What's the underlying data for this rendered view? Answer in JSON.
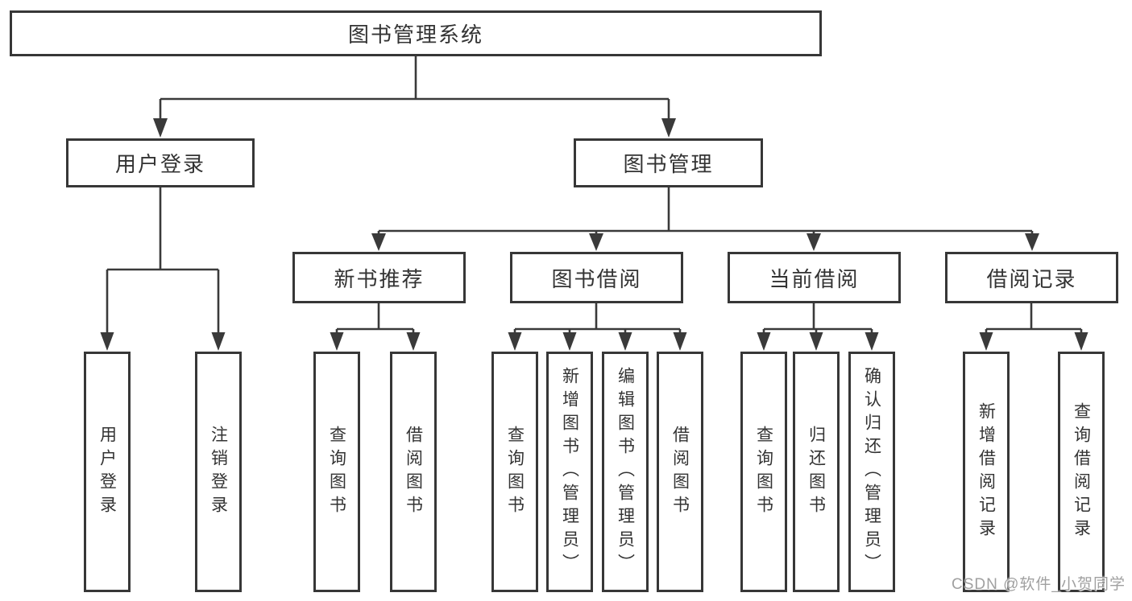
{
  "diagram": {
    "root": {
      "label": "图书管理系统"
    },
    "branches": [
      {
        "label": "用户登录",
        "leaves": [
          {
            "label": "用户登录"
          },
          {
            "label": "注销登录"
          }
        ]
      },
      {
        "label": "图书管理",
        "sections": [
          {
            "label": "新书推荐",
            "leaves": [
              {
                "label": "查询图书"
              },
              {
                "label": "借阅图书"
              }
            ]
          },
          {
            "label": "图书借阅",
            "leaves": [
              {
                "label": "查询图书"
              },
              {
                "label": "新增图书（管理员）"
              },
              {
                "label": "编辑图书（管理员）"
              },
              {
                "label": "借阅图书"
              }
            ]
          },
          {
            "label": "当前借阅",
            "leaves": [
              {
                "label": "查询图书"
              },
              {
                "label": "归还图书"
              },
              {
                "label": "确认归还（管理员）"
              }
            ]
          },
          {
            "label": "借阅记录",
            "leaves": [
              {
                "label": "新增借阅记录"
              },
              {
                "label": "查询借阅记录"
              }
            ]
          }
        ]
      }
    ],
    "watermark": "CSDN @软件_小贺同学",
    "colors": {
      "line": "#3a3a3a",
      "border": "#373737",
      "text": "#333333",
      "watermark": "#a0a0a0",
      "background": "#ffffff"
    }
  }
}
